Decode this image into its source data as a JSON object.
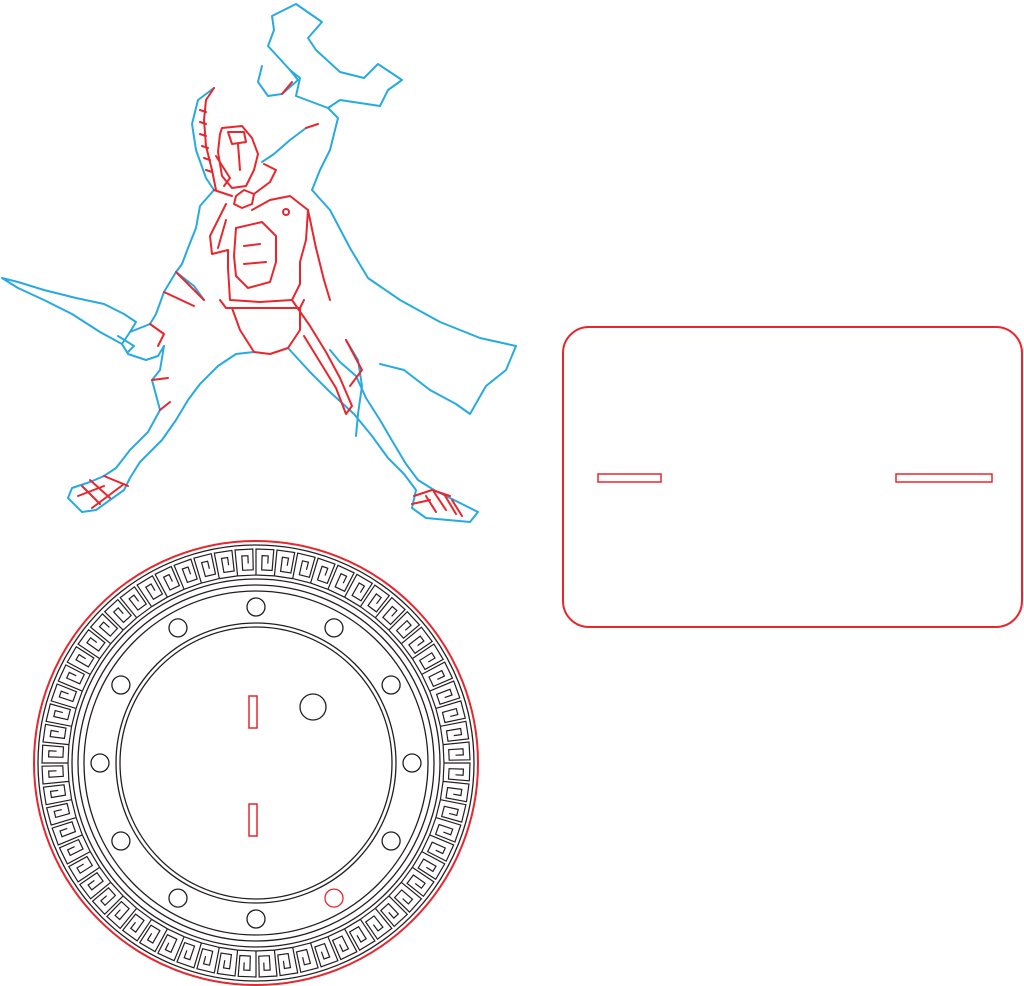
{
  "colors": {
    "cut_outline": "#27aae1",
    "cut_detail": "#e8262d",
    "engrave": "#231f20",
    "background": "#ffffff"
  },
  "parts": {
    "figure": "spartan-warrior",
    "shield_stand": "round-base-with-greek-key-border",
    "plate": "rectangular-panel-with-two-slots"
  },
  "shield": {
    "bolt_count": 12,
    "slot_count": 2
  },
  "plate": {
    "slot_count": 2
  }
}
